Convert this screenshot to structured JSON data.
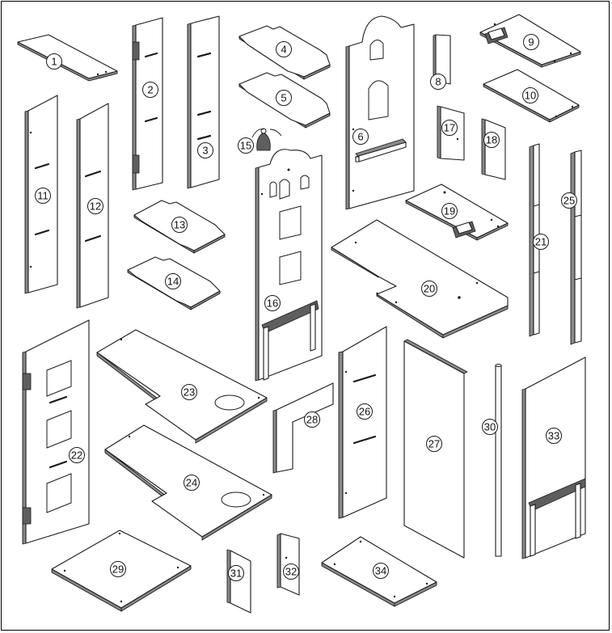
{
  "labels": [
    "1",
    "2",
    "3",
    "4",
    "5",
    "6",
    "8",
    "9",
    "10",
    "11",
    "12",
    "13",
    "14",
    "15",
    "16",
    "17",
    "18",
    "19",
    "20",
    "21",
    "22",
    "23",
    "24",
    "25",
    "26",
    "27",
    "28",
    "29",
    "30",
    "31",
    "32",
    "33",
    "34"
  ],
  "colors": {
    "line": "#1a1a1a",
    "edge": "#8a8a8a",
    "fill": "#ffffff"
  }
}
